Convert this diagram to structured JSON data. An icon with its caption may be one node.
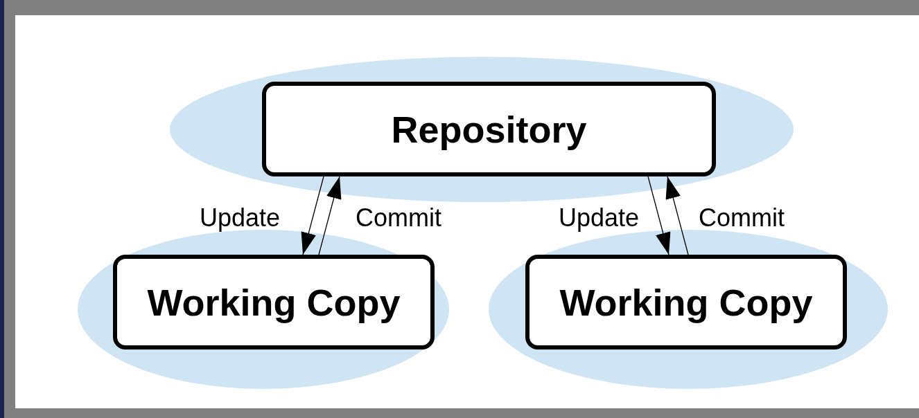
{
  "diagram": {
    "nodes": [
      {
        "text": [
          "Repository"
        ]
      },
      {
        "text": [
          "Working Copy"
        ]
      },
      {
        "text": [
          "Working Copy"
        ]
      }
    ],
    "edges": [
      {
        "from": 0,
        "to": 1,
        "arrow": "to",
        "label": "Update"
      },
      {
        "from": 1,
        "to": 0,
        "arrow": "to",
        "label": "Commit"
      },
      {
        "from": 0,
        "to": 2,
        "arrow": "to",
        "label": "Update"
      },
      {
        "from": 2,
        "to": 0,
        "arrow": "to",
        "label": "Commit"
      }
    ]
  }
}
